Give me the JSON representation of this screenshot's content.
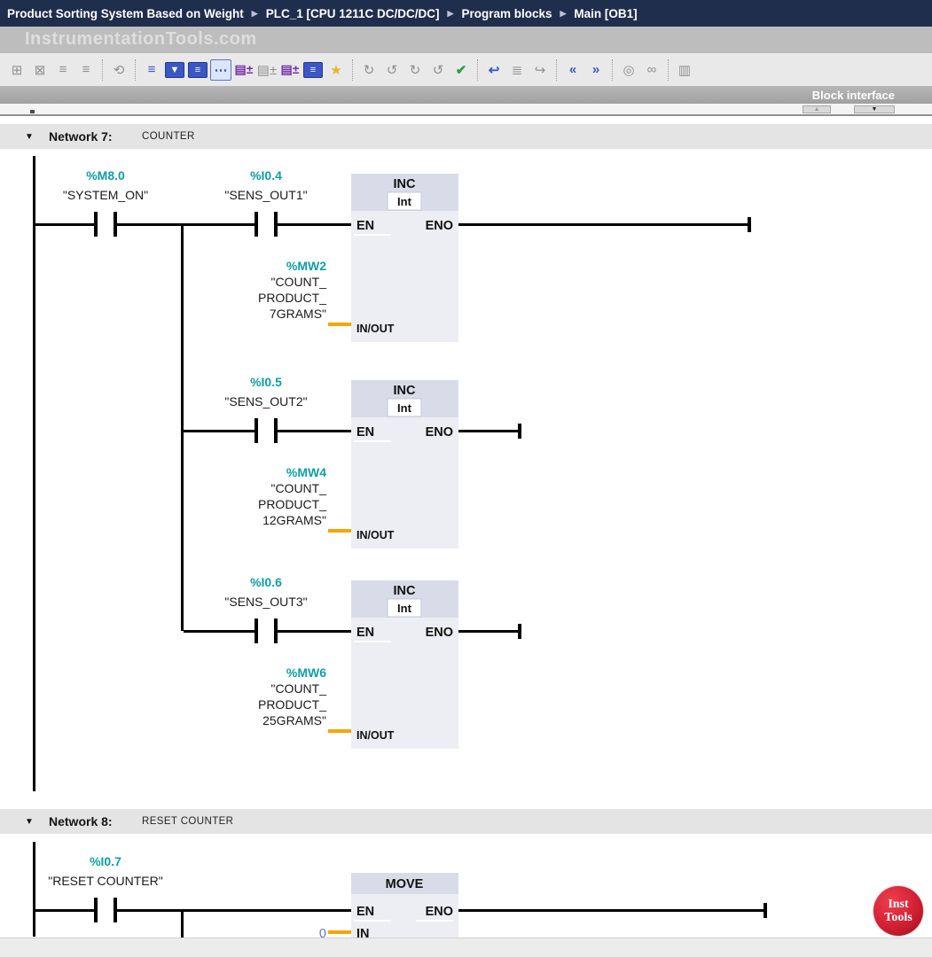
{
  "breadcrumb": {
    "separator": "▶",
    "segments": [
      "Product Sorting System Based on Weight",
      "PLC_1 [CPU 1211C DC/DC/DC]",
      "Program blocks",
      "Main [OB1]"
    ]
  },
  "watermark": "InstrumentationTools.com",
  "toolbar": {
    "icons": [
      {
        "name": "insert-network-icon",
        "glyph": "⊞"
      },
      {
        "name": "delete-network-icon",
        "glyph": "⊠"
      },
      {
        "name": "insert-row-above-icon",
        "glyph": "≡"
      },
      {
        "name": "insert-row-below-icon",
        "glyph": "≡"
      },
      {
        "name": "reset-start-values-icon",
        "glyph": "⟲"
      },
      {
        "name": "show-hide-operands-icon",
        "glyph": "≡"
      },
      {
        "name": "expand-all-networks-icon",
        "glyph": "▼"
      },
      {
        "name": "collapse-all-networks-icon",
        "glyph": "≡"
      },
      {
        "name": "toggle-network-comments-icon",
        "glyph": "⋯"
      },
      {
        "name": "insert-box-instruction-icon",
        "glyph": "▤±"
      },
      {
        "name": "insert-comment-box-icon",
        "glyph": "▤±"
      },
      {
        "name": "rename-tag-icon",
        "glyph": "▤±"
      },
      {
        "name": "freeform-comment-icon",
        "glyph": "≡"
      },
      {
        "name": "add-to-favorites-icon",
        "glyph": "★"
      },
      {
        "name": "undo-icon",
        "glyph": "↻"
      },
      {
        "name": "redo-icon",
        "glyph": "↺"
      },
      {
        "name": "update-block-calls-icon",
        "glyph": "↻"
      },
      {
        "name": "upload-from-device-icon",
        "glyph": "↺"
      },
      {
        "name": "consistency-check-icon",
        "glyph": "✔"
      },
      {
        "name": "previous-error-icon",
        "glyph": "↩"
      },
      {
        "name": "operand-info-icon",
        "glyph": "≣"
      },
      {
        "name": "next-error-icon",
        "glyph": "↪"
      },
      {
        "name": "go-to-previous-usage-icon",
        "glyph": "«"
      },
      {
        "name": "go-to-next-usage-icon",
        "glyph": "»"
      },
      {
        "name": "find-replace-icon",
        "glyph": "◎"
      },
      {
        "name": "monitoring-glasses-icon",
        "glyph": "∞"
      },
      {
        "name": "know-how-protection-icon",
        "glyph": "▥"
      }
    ]
  },
  "block_interface": {
    "label": "Block interface",
    "collapse_up": "▲",
    "collapse_down": "▼"
  },
  "colors": {
    "titlebar_bg": "#202e4d",
    "address_teal": "#0f9fa5",
    "wire_black": "#000000",
    "stub_orange": "#f7a600",
    "constant_blue": "#5b78c8",
    "block_header": "#d9dce8",
    "block_body": "#edeef4",
    "logo_red": "#d31f33"
  },
  "networks": [
    {
      "collapse_glyph": "▼",
      "title": "Network 7:",
      "comment": "COUNTER",
      "main_contact": {
        "address": "%M8.0",
        "name": "\"SYSTEM_ON\""
      },
      "rungs": [
        {
          "contact": {
            "address": "%I0.4",
            "name": "\"SENS_OUT1\""
          },
          "block": {
            "title": "INC",
            "datatype": "Int",
            "en": "EN",
            "eno": "ENO",
            "io_label": "IN/OUT"
          },
          "operand": {
            "address": "%MW2",
            "lines": [
              "\"COUNT_",
              "PRODUCT_",
              "7GRAMS\""
            ]
          }
        },
        {
          "contact": {
            "address": "%I0.5",
            "name": "\"SENS_OUT2\""
          },
          "block": {
            "title": "INC",
            "datatype": "Int",
            "en": "EN",
            "eno": "ENO",
            "io_label": "IN/OUT"
          },
          "operand": {
            "address": "%MW4",
            "lines": [
              "\"COUNT_",
              "PRODUCT_",
              "12GRAMS\""
            ]
          }
        },
        {
          "contact": {
            "address": "%I0.6",
            "name": "\"SENS_OUT3\""
          },
          "block": {
            "title": "INC",
            "datatype": "Int",
            "en": "EN",
            "eno": "ENO",
            "io_label": "IN/OUT"
          },
          "operand": {
            "address": "%MW6",
            "lines": [
              "\"COUNT_",
              "PRODUCT_",
              "25GRAMS\""
            ]
          }
        }
      ]
    },
    {
      "collapse_glyph": "▼",
      "title": "Network 8:",
      "comment": "RESET COUNTER",
      "main_contact": {
        "address": "%I0.7",
        "name": "\"RESET COUNTER\""
      },
      "block": {
        "title": "MOVE",
        "en": "EN",
        "eno": "ENO",
        "in_label": "IN",
        "in_value": "0"
      }
    }
  ],
  "logo": {
    "line1": "Inst",
    "line2": "Tools"
  }
}
